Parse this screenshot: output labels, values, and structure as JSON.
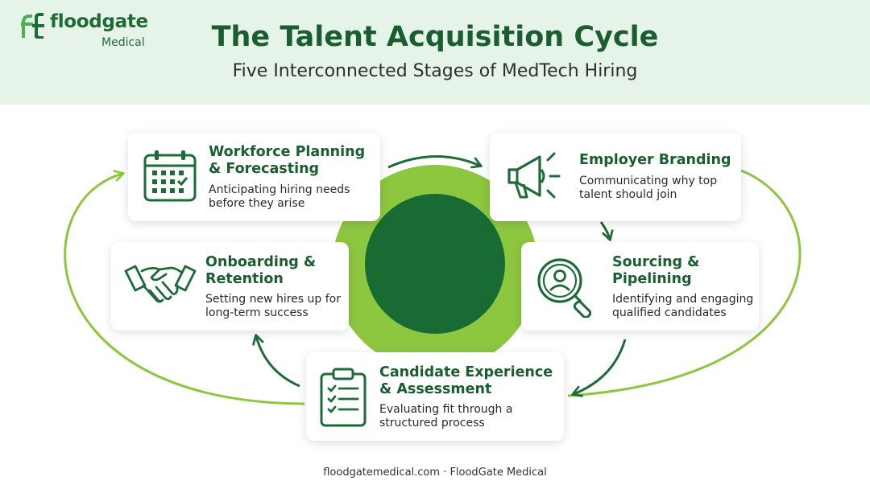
{
  "colors": {
    "brand_dark_green": "#1a5e30",
    "brand_green": "#1d6b36",
    "light_green": "#8dc63f",
    "header_band": "#e6f3e9",
    "center_disc": "#186b33"
  },
  "brand": {
    "logo_word": "floodgate",
    "logo_sub": "Medical",
    "logo_mark_icon": "ft-monogram-icon"
  },
  "header": {
    "title": "The Talent Acquisition Cycle",
    "subtitle": "Five Interconnected Stages of MedTech Hiring"
  },
  "stages": [
    {
      "heading": "Workforce Planning & Forecasting",
      "description": "Anticipating hiring needs before they arise",
      "icon": "calendar-icon"
    },
    {
      "heading": "Employer Branding",
      "description": "Communicating why top talent should join",
      "icon": "megaphone-icon"
    },
    {
      "heading": "Sourcing & Pipelining",
      "description": "Identifying and engaging qualified candidates",
      "icon": "magnifier-person-icon"
    },
    {
      "heading": "Candidate Experience & Assessment",
      "description": "Evaluating fit through a structured process",
      "icon": "clipboard-checklist-icon"
    },
    {
      "heading": "Onboarding & Retention",
      "description": "Setting new hires up for long-term success",
      "icon": "handshake-icon"
    }
  ],
  "footer": {
    "text": "floodgatemedical.com · FloodGate Medical"
  }
}
